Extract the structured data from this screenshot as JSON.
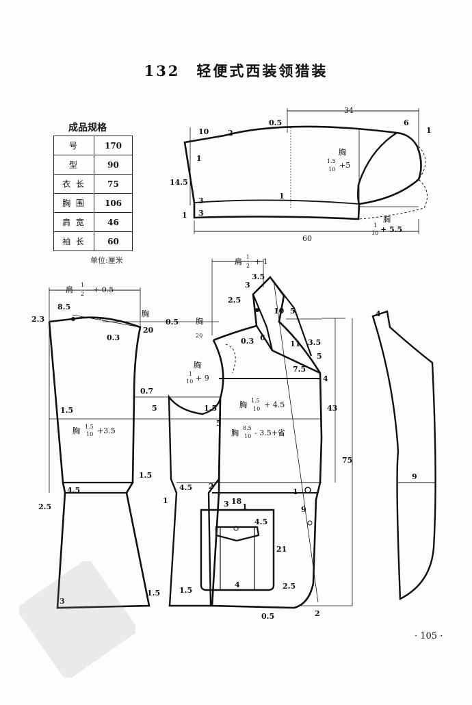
{
  "title": {
    "number": "132",
    "text": "轻便式西装领猎装"
  },
  "spec": {
    "heading": "成品规格",
    "rows": [
      {
        "label": "号",
        "value": "170"
      },
      {
        "label": "型",
        "value": "90"
      },
      {
        "label": "衣 长",
        "value": "75"
      },
      {
        "label": "胸 围",
        "value": "106"
      },
      {
        "label": "肩 宽",
        "value": "46"
      },
      {
        "label": "袖 长",
        "value": "60"
      }
    ],
    "unit": "单位:厘米"
  },
  "sleeve_labels": {
    "top_width": "34",
    "v0_5": "0.5",
    "v10": "10",
    "v2": "2",
    "v6": "6",
    "v1_right": "1",
    "v1_left": "1",
    "v14_5": "14.5",
    "chest_char": "胸",
    "chest_frac": "1.5",
    "chest_den": "10",
    "chest_plus": "+5",
    "v3_top": "3",
    "v1_mid": "1",
    "v1_bottom": "1",
    "v3_bottom": "3",
    "length": "60",
    "cuff_chest": "胸",
    "cuff_frac_num": "1",
    "cuff_frac_den": "10",
    "cuff_plus": "+ 5.5"
  },
  "back_labels": {
    "shoulder_top": "肩",
    "sh_num": "1",
    "sh_den": "2",
    "sh_plus": "+ 0.5",
    "v8_5": "8.5",
    "v2_3": "2.3",
    "chest": "胸",
    "v0_3": "0.3",
    "v20": "20",
    "v0_5": "0.5",
    "v0_7": "0.7",
    "v1_5": "1.5",
    "chest2": "胸",
    "ch_num": "1.5",
    "ch_den": "10",
    "ch_plus": "+3.5",
    "v5": "5",
    "v1_5b": "1.5",
    "v4_5": "4.5",
    "v2_5": "2.5",
    "v1": "1",
    "v3": "3",
    "v1_5c": "1.5"
  },
  "front_labels": {
    "shoulder": "肩",
    "sh_num": "1",
    "sh_den": "2",
    "sh_plus": "+ 1",
    "v3_5": "3.5",
    "v3": "3",
    "v2_5": "2.5",
    "v10": "10",
    "v5": "5",
    "chest": "胸",
    "chest_den": "20",
    "v0_3": "0.3",
    "v6": "6",
    "v11": "11",
    "v3_5b": "3.5",
    "v5b": "5",
    "v7_5": "7.5",
    "v4": "4",
    "chest3": "胸",
    "c3_num": "1",
    "c3_den": "10",
    "c3_plus": "+ 9",
    "v1_5": "1.5",
    "v5c": "5",
    "chest4": "胸",
    "c4_num": "1.5",
    "c4_den": "10",
    "c4_plus": "+ 4.5",
    "chest5": "胸",
    "c5_num": "8.5",
    "c5_den": "10",
    "c5_plus": "- 3.5+省",
    "v43": "43",
    "v75": "75",
    "v4_5": "4.5",
    "v2": "2",
    "v3b": "3",
    "v1b": "1",
    "v1c": "1",
    "v18": "18",
    "v4_5b": "4.5",
    "v9": "9",
    "v21": "21",
    "v4b": "4",
    "v2_5b": "2.5",
    "v0_5": "0.5",
    "v2b": "2"
  },
  "collar_labels": {
    "v4": "4",
    "v9": "9"
  },
  "page_number": "· 105 ·"
}
